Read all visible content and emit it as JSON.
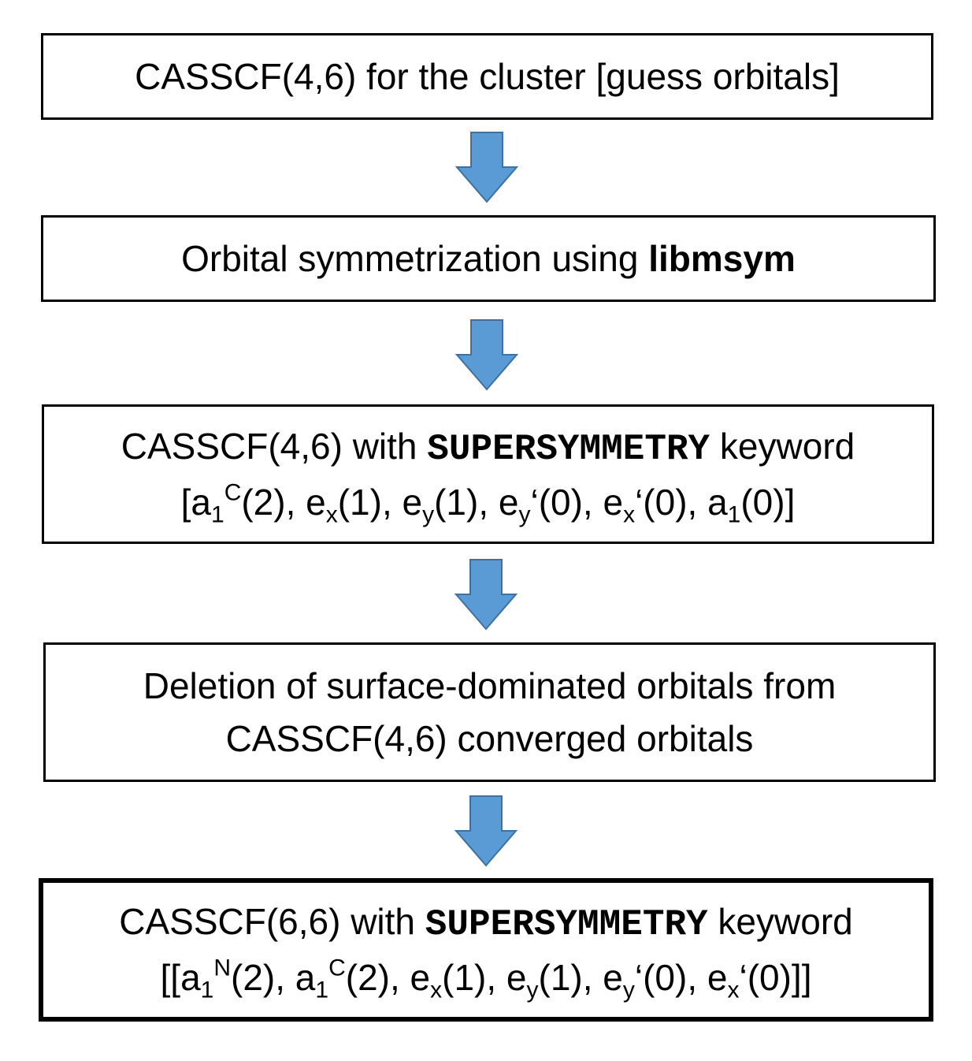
{
  "diagram": {
    "colors": {
      "arrow_fill": "#5b9bd5",
      "arrow_stroke": "#41719c",
      "box_border": "#000000"
    },
    "steps": [
      {
        "text": "CASSCF(4,6) for the cluster [guess orbitals]"
      },
      {
        "prefix": "Orbital symmetrization using ",
        "bold": "libmsym"
      },
      {
        "line1": {
          "pre": "CASSCF(4,6) with ",
          "keyword": "SUPERSYMMETRY",
          "post": " keyword"
        },
        "line2": [
          {
            "t": "[a"
          },
          {
            "sub": "1"
          },
          {
            "sup": "C"
          },
          {
            "t": "(2), e"
          },
          {
            "sub": "x"
          },
          {
            "t": "(1), e"
          },
          {
            "sub": "y"
          },
          {
            "t": "(1), e"
          },
          {
            "sub": "y"
          },
          {
            "t": "‘(0), e"
          },
          {
            "sub": "x"
          },
          {
            "t": "‘(0), a"
          },
          {
            "sub": "1"
          },
          {
            "t": "(0)]"
          }
        ]
      },
      {
        "line1": "Deletion of surface-dominated orbitals from",
        "line2": "CASSCF(4,6) converged orbitals"
      },
      {
        "line1": {
          "pre": "CASSCF(6,6) with ",
          "keyword": "SUPERSYMMETRY",
          "post": " keyword"
        },
        "line2": [
          {
            "t": "[[a"
          },
          {
            "sub": "1"
          },
          {
            "sup": "N"
          },
          {
            "t": "(2), a"
          },
          {
            "sub": "1"
          },
          {
            "sup": "C"
          },
          {
            "t": "(2), e"
          },
          {
            "sub": "x"
          },
          {
            "t": "(1), e"
          },
          {
            "sub": "y"
          },
          {
            "t": "(1), e"
          },
          {
            "sub": "y"
          },
          {
            "t": "‘(0), e"
          },
          {
            "sub": "x"
          },
          {
            "t": "‘(0)]]"
          }
        ]
      }
    ]
  }
}
